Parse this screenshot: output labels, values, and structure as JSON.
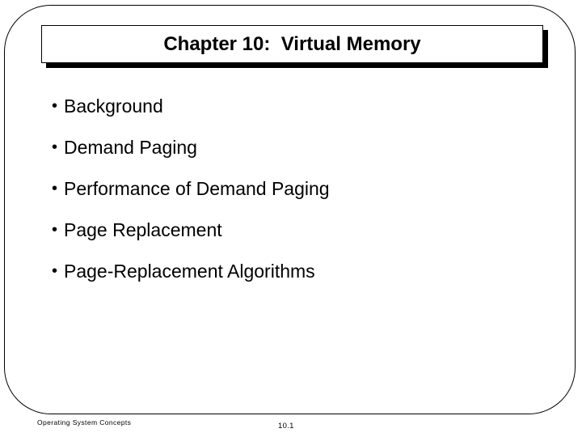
{
  "slide": {
    "title": "Chapter 10:  Virtual Memory",
    "bullet_glyph": "•",
    "bullets": [
      {
        "label": "Background"
      },
      {
        "label": "Demand Paging"
      },
      {
        "label": "Performance of Demand Paging"
      },
      {
        "label": "Page Replacement"
      },
      {
        "label": "Page-Replacement Algorithms"
      }
    ],
    "footer": {
      "source": "Operating System Concepts",
      "page_number": "10.1"
    },
    "colors": {
      "background": "#ffffff",
      "text": "#000000",
      "frame": "#000000",
      "title_box_fill": "#ffffff",
      "title_shadow": "#000000"
    }
  }
}
